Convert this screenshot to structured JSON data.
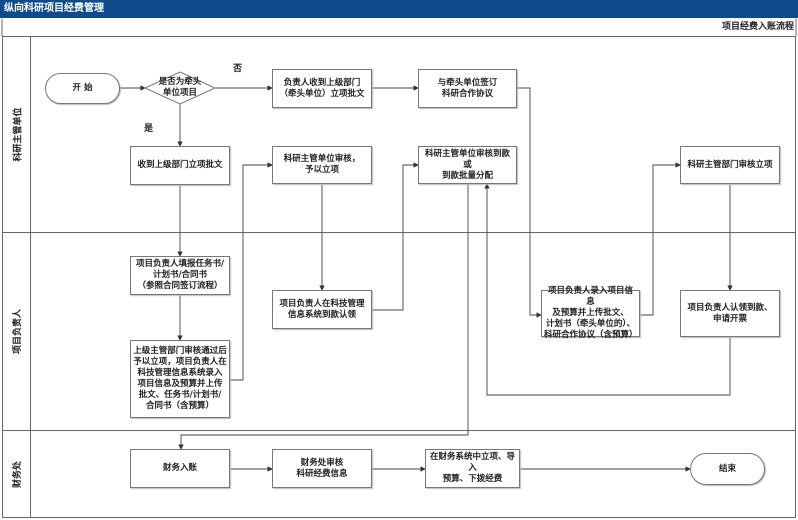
{
  "header": {
    "title": "纵向科研项目经费管理",
    "subtitle": "项目经费入账流程"
  },
  "lanes": [
    "科研主管单位",
    "项目负责人",
    "财务处"
  ],
  "nodes": {
    "start": "开 始",
    "decision": "是否为牵头\n单位项目",
    "receive_lead": "负责人收到上级部门\n（牵头单位）立项批文",
    "sign_agreement": "与牵头单位签订\n科研合作协议",
    "receive_approval": "收到上级部门立项批文",
    "review_approve": "科研主管单位审核，\n予以立项",
    "review_funds": "科研主管单位审核到款或\n到款批量分配",
    "dept_review": "科研主管部门审核立项",
    "fill_task": "项目负责人填报任务书/\n计划书/合同书\n（参照合同签订流程）",
    "upper_review": "上级主管部门审核通过后\n予以立项，项目负责人在\n科技管理信息系统录入\n项目信息及预算并上传\n批文、任务书/计划书/\n合同书（含预算）",
    "claim_system": "项目负责人在科技管理\n信息系统到款认领",
    "enter_info": "项目负责人录入项目信息\n及预算并上传批文、\n计划书（牵头单位的）、\n科研合作协议（含预算）",
    "claim_invoice": "项目负责人认领到款、\n申请开票",
    "finance_entry": "财务入账",
    "finance_review": "财务处审核\n科研经费信息",
    "finance_setup": "在财务系统中立项、导入\n预算、下拨经费",
    "end": "结束"
  },
  "edge_labels": {
    "no": "否",
    "yes": "是"
  }
}
